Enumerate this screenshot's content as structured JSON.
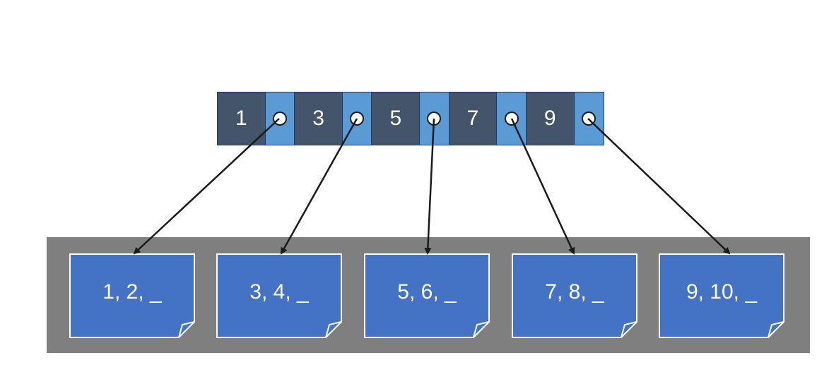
{
  "index_node": {
    "keys": [
      "1",
      "3",
      "5",
      "7",
      "9"
    ]
  },
  "pages": [
    {
      "label": "1, 2, _"
    },
    {
      "label": "3, 4, _"
    },
    {
      "label": "5, 6, _"
    },
    {
      "label": "7, 8, _"
    },
    {
      "label": "9, 10, _"
    }
  ],
  "colors": {
    "key_cell": "#44546a",
    "pointer_cell": "#5b9bd5",
    "page_fill": "#4472c4",
    "storage_area": "#7f7f7f",
    "arrow": "#1a1a1a"
  }
}
